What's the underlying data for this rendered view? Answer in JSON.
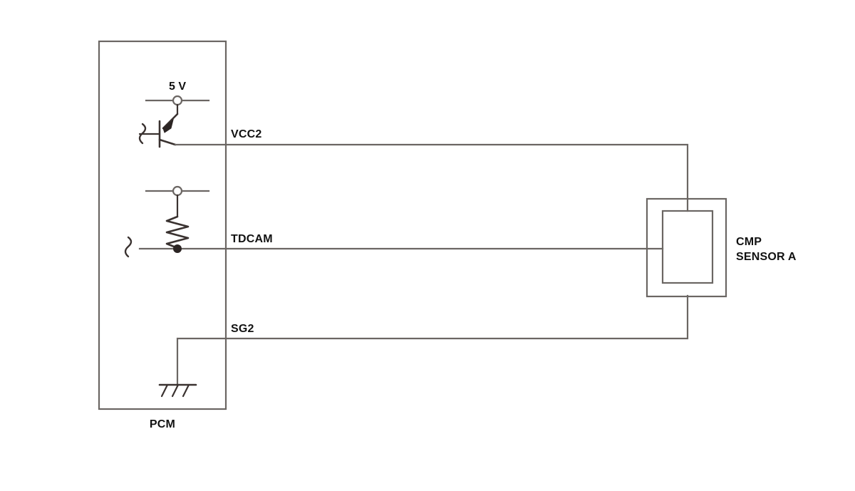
{
  "diagram": {
    "type": "automotive-wiring-schematic",
    "title_visible": false,
    "colors": {
      "wire": "#6b6663",
      "device": "#3a3230",
      "text": "#111111",
      "background": "#ffffff"
    },
    "modules": [
      {
        "id": "pcm",
        "label": "PCM",
        "label_position": "below-box"
      },
      {
        "id": "cmp-sensor-a",
        "label_line1": "CMP",
        "label_line2": "SENSOR A",
        "label_position": "right-of-box"
      }
    ],
    "supply": {
      "label": "5 V"
    },
    "signals": [
      {
        "id": "vcc2",
        "label": "VCC2",
        "from": "pcm",
        "to": "cmp-sensor-a"
      },
      {
        "id": "tdcam",
        "label": "TDCAM",
        "from": "pcm",
        "to": "cmp-sensor-a"
      },
      {
        "id": "sg2",
        "label": "SG2",
        "from": "pcm",
        "to": "cmp-sensor-a"
      }
    ],
    "components": [
      {
        "id": "pnp-transistor",
        "kind": "transistor",
        "inside": "pcm"
      },
      {
        "id": "pull-up-resistor",
        "kind": "resistor",
        "inside": "pcm"
      },
      {
        "id": "chassis-ground",
        "kind": "ground",
        "inside": "pcm"
      }
    ]
  }
}
